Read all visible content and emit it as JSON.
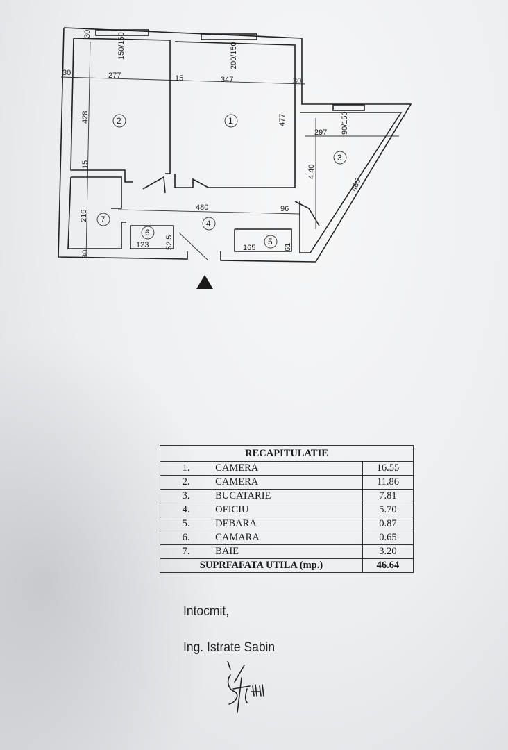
{
  "floor_plan": {
    "rooms": [
      {
        "number": "1",
        "label": "CAMERA"
      },
      {
        "number": "2",
        "label": "CAMERA"
      },
      {
        "number": "3",
        "label": "BUCATARIE"
      },
      {
        "number": "4",
        "label": "OFICIU"
      },
      {
        "number": "5",
        "label": "DEBARA"
      },
      {
        "number": "6",
        "label": "CAMARA"
      },
      {
        "number": "7",
        "label": "BAIE"
      }
    ],
    "dimensions": {
      "wall_top_left": "30",
      "window_room2": "150/150",
      "window_room1": "200/150",
      "wall_left": "30",
      "width_room2": "277",
      "wall_partition": "15",
      "width_room1": "347",
      "wall_right": "30",
      "height_room2": "428",
      "height_room1": "477",
      "wall_15_left": "15",
      "width_kitchen": "297",
      "window_kitchen": "90/150",
      "height_kitchen": "4.40",
      "diagonal_kitchen": "485",
      "height_bath": "216",
      "length_hall": "480",
      "door_96": "96",
      "wall_bottom_left": "30",
      "pantry_width": "123",
      "pantry_depth": "52.5",
      "storage_width": "165",
      "storage_depth": "61"
    }
  },
  "summary_table": {
    "title": "RECAPITULATIE",
    "rows": [
      {
        "no": "1.",
        "name": "CAMERA",
        "area": "16.55"
      },
      {
        "no": "2.",
        "name": "CAMERA",
        "area": "11.86"
      },
      {
        "no": "3.",
        "name": "BUCATARIE",
        "area": "7.81"
      },
      {
        "no": "4.",
        "name": "OFICIU",
        "area": "5.70"
      },
      {
        "no": "5.",
        "name": "DEBARA",
        "area": "0.87"
      },
      {
        "no": "6.",
        "name": "CAMARA",
        "area": "0.65"
      },
      {
        "no": "7.",
        "name": "BAIE",
        "area": "3.20"
      }
    ],
    "total_label": "SUPRFAFATA UTILA (mp.)",
    "total_value": "46.64"
  },
  "signoff": {
    "prepared_label": "Intocmit,",
    "engineer": "Ing. Istrate Sabin"
  },
  "colors": {
    "ink": "#1a1a1a",
    "paper": "#eceef0"
  }
}
